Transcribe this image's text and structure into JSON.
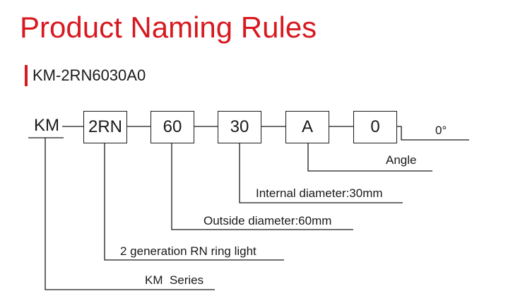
{
  "title": "Product Naming Rules",
  "model": "KM-2RN6030A0",
  "code_parts": {
    "series": "KM",
    "generation": "2RN",
    "outside": "60",
    "internal": "30",
    "type": "A",
    "angle": "0"
  },
  "angle_value": "0°",
  "labels": {
    "angle": "Angle",
    "internal": "Internal diameter:30mm",
    "outside": "Outside diameter:60mm",
    "generation": "2 generation RN ring light",
    "series": "KM  Series"
  },
  "colors": {
    "accent": "#d71920",
    "ink": "#1a1a1a"
  }
}
